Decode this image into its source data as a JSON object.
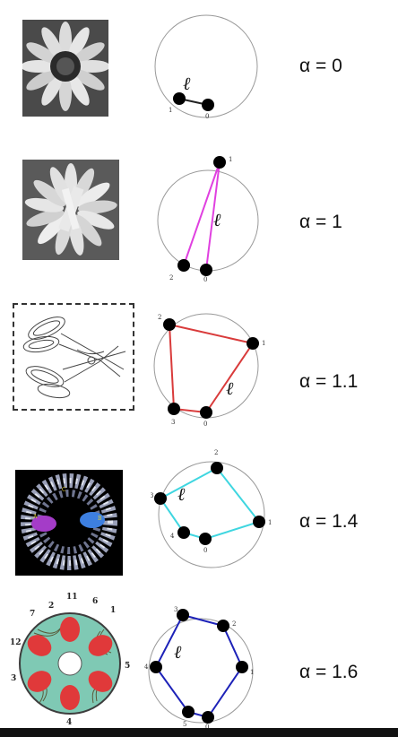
{
  "rows": [
    {
      "alpha_label": "α = 0",
      "loop_label": "ℓ",
      "node_labels": [
        "1",
        "0"
      ],
      "edge_color": "#222222",
      "thumbnail_description_icon": "flower-photo-icon"
    },
    {
      "alpha_label": "α = 1",
      "loop_label": "ℓ",
      "node_labels": [
        "1",
        "2",
        "0"
      ],
      "edge_color": "#e040e0",
      "thumbnail_description_icon": "flower-photo-icon"
    },
    {
      "alpha_label": "α = 1.1",
      "loop_label": "ℓ",
      "node_labels": [
        "2",
        "1",
        "3",
        "0"
      ],
      "edge_color": "#d93b3b",
      "thumbnail_description_icon": "scissors-sketch-icon"
    },
    {
      "alpha_label": "α = 1.4",
      "loop_label": "ℓ",
      "node_labels": [
        "2",
        "3",
        "1",
        "4",
        "0"
      ],
      "edge_color": "#3fd6e0",
      "thumbnail_description_icon": "molecular-ring-icon"
    },
    {
      "alpha_label": "α = 1.6",
      "loop_label": "ℓ",
      "node_labels": [
        "3",
        "2",
        "4",
        "1",
        "5",
        "0"
      ],
      "edge_color": "#1d22b8",
      "thumbnail_description_icon": "colored-ring-diagram-icon",
      "ring_labels": [
        "2",
        "11",
        "6",
        "1",
        "7",
        "12",
        "5",
        "3",
        "4"
      ]
    }
  ]
}
